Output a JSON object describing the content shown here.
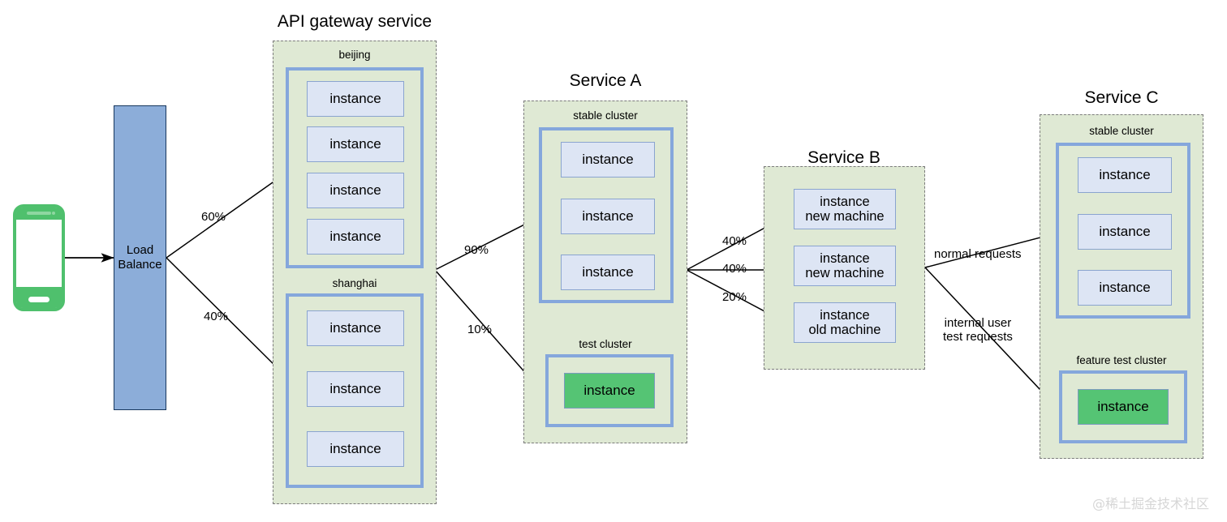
{
  "diagram": {
    "title_watermark": "@稀土掘金技术社区"
  },
  "client": {
    "name": "mobile-phone"
  },
  "load_balance": {
    "label": "Load\nBalance",
    "line1": "Load",
    "line2": "Balance",
    "color": "#8cadd9"
  },
  "services": [
    {
      "id": "api-gateway",
      "title": "API gateway service",
      "clusters": [
        {
          "label": "beijing",
          "instances": [
            {
              "text": "instance",
              "variant": "blue"
            },
            {
              "text": "instance",
              "variant": "blue"
            },
            {
              "text": "instance",
              "variant": "blue"
            },
            {
              "text": "instance",
              "variant": "blue"
            }
          ]
        },
        {
          "label": "shanghai",
          "instances": [
            {
              "text": "instance",
              "variant": "blue"
            },
            {
              "text": "instance",
              "variant": "blue"
            },
            {
              "text": "instance",
              "variant": "blue"
            }
          ]
        }
      ]
    },
    {
      "id": "service-a",
      "title": "Service A",
      "clusters": [
        {
          "label": "stable cluster",
          "instances": [
            {
              "text": "instance",
              "variant": "blue"
            },
            {
              "text": "instance",
              "variant": "blue"
            },
            {
              "text": "instance",
              "variant": "blue"
            }
          ]
        },
        {
          "label": "test cluster",
          "instances": [
            {
              "text": "instance",
              "variant": "green"
            }
          ]
        }
      ]
    },
    {
      "id": "service-b",
      "title": "Service B",
      "clusters": [
        {
          "label": "",
          "instances": [
            {
              "line1": "instance",
              "line2": "new machine",
              "variant": "blue"
            },
            {
              "line1": "instance",
              "line2": "new machine",
              "variant": "blue"
            },
            {
              "line1": "instance",
              "line2": "old machine",
              "variant": "blue"
            }
          ]
        }
      ]
    },
    {
      "id": "service-c",
      "title": "Service C",
      "clusters": [
        {
          "label": "stable cluster",
          "instances": [
            {
              "text": "instance",
              "variant": "blue"
            },
            {
              "text": "instance",
              "variant": "blue"
            },
            {
              "text": "instance",
              "variant": "blue"
            }
          ]
        },
        {
          "label": "feature test cluster",
          "instances": [
            {
              "text": "instance",
              "variant": "green"
            }
          ]
        }
      ]
    }
  ],
  "edges": {
    "lb_to_beijing": "60%",
    "lb_to_shanghai": "40%",
    "gw_to_stable_a": "90%",
    "gw_to_test_a": "10%",
    "a_to_b_new1": "40%",
    "a_to_b_new2": "40%",
    "a_to_b_old": "20%",
    "b_to_c_normal": "normal requests",
    "b_to_c_test_l1": "internal user",
    "b_to_c_test_l2": "test requests"
  },
  "colors": {
    "group_fill": "#dfe9d4",
    "group_border": "#7b7b7b",
    "cluster_border": "#85a7dc",
    "instance_fill": "#dde5f4",
    "instance_border": "#8aa4cf",
    "instance_green": "#55c474",
    "lb_fill": "#8cadd9",
    "phone_green": "#4fc06d",
    "arrow": "#000000"
  }
}
